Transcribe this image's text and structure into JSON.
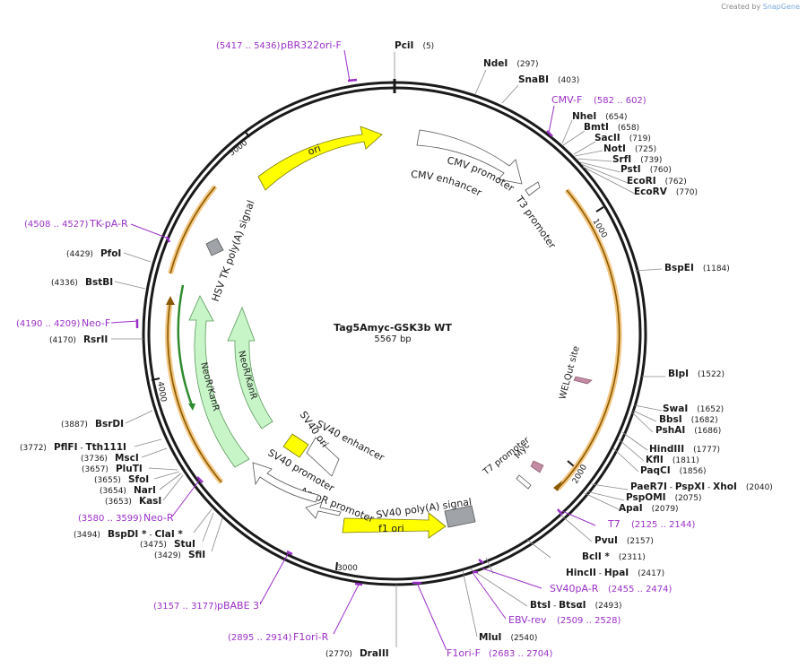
{
  "brand": {
    "prefix": "Created by",
    "name": "SnapGene"
  },
  "plasmid": {
    "name": "Tag5Amyc-GSK3b WT",
    "size": "5567 bp",
    "length": 5567
  },
  "ticks": [
    {
      "label": "1000",
      "pos": 1000
    },
    {
      "label": "2000",
      "pos": 2000
    },
    {
      "label": "3000",
      "pos": 3000
    },
    {
      "label": "4000",
      "pos": 4000
    },
    {
      "label": "5000",
      "pos": 5000
    }
  ],
  "enzymes": [
    {
      "id": "pcii",
      "name": "PciI",
      "pos": "(5)"
    },
    {
      "id": "ndei",
      "name": "NdeI",
      "pos": "(297)"
    },
    {
      "id": "snabi",
      "name": "SnaBI",
      "pos": "(403)"
    },
    {
      "id": "nhei",
      "name": "NheI",
      "pos": "(654)"
    },
    {
      "id": "bmti",
      "name": "BmtI",
      "pos": "(658)"
    },
    {
      "id": "sacii",
      "name": "SacII",
      "pos": "(719)"
    },
    {
      "id": "noti",
      "name": "NotI",
      "pos": "(725)"
    },
    {
      "id": "srfi",
      "name": "SrfI",
      "pos": "(739)"
    },
    {
      "id": "psti",
      "name": "PstI",
      "pos": "(760)"
    },
    {
      "id": "ecori",
      "name": "EcoRI",
      "pos": "(762)"
    },
    {
      "id": "ecorv",
      "name": "EcoRV",
      "pos": "(770)"
    },
    {
      "id": "bspei",
      "name": "BspEI",
      "pos": "(1184)"
    },
    {
      "id": "blpi",
      "name": "BlpI",
      "pos": "(1522)"
    },
    {
      "id": "swai",
      "name": "SwaI",
      "pos": "(1652)"
    },
    {
      "id": "bbsi",
      "name": "BbsI",
      "pos": "(1682)"
    },
    {
      "id": "pshai",
      "name": "PshAI",
      "pos": "(1686)"
    },
    {
      "id": "hindiii",
      "name": "HindIII",
      "pos": "(1777)"
    },
    {
      "id": "kfli",
      "name": "KflI",
      "pos": "(1811)"
    },
    {
      "id": "paqci",
      "name": "PaqCI",
      "pos": "(1856)"
    },
    {
      "id": "paer7i",
      "name": "PaeR7I",
      "sep1": " - ",
      "name2": "PspXI",
      "sep2": " - ",
      "name3": "XhoI",
      "pos": "(2040)"
    },
    {
      "id": "pspomi",
      "name": "PspOMI",
      "pos": "(2075)"
    },
    {
      "id": "apai",
      "name": "ApaI",
      "pos": "(2079)"
    },
    {
      "id": "pvui",
      "name": "PvuI",
      "pos": "(2157)"
    },
    {
      "id": "bcli",
      "name": "BclI *",
      "pos": "(2311)"
    },
    {
      "id": "hincii",
      "name": "HincII",
      "sep1": " - ",
      "name2": "HpaI",
      "pos": "(2417)"
    },
    {
      "id": "btsi",
      "name": "BtsI",
      "sep1": " - ",
      "name2": "BtsαI",
      "pos": "(2493)"
    },
    {
      "id": "mlui",
      "name": "MluI",
      "pos": "(2540)"
    },
    {
      "id": "draiii",
      "name": "DraIII",
      "pos": "(2770)"
    },
    {
      "id": "sfii",
      "name": "SfiI",
      "pos": "(3429)"
    },
    {
      "id": "stui",
      "name": "StuI",
      "pos": "(3475)"
    },
    {
      "id": "bspdi",
      "name": "BspDI *",
      "sep1": " - ",
      "name2": "ClaI *",
      "pos": "(3494)"
    },
    {
      "id": "kasi",
      "name": "KasI",
      "pos": "(3653)"
    },
    {
      "id": "nari",
      "name": "NarI",
      "pos": "(3654)"
    },
    {
      "id": "sfoi",
      "name": "SfoI",
      "pos": "(3655)"
    },
    {
      "id": "pluti",
      "name": "PluTI",
      "pos": "(3657)"
    },
    {
      "id": "msci",
      "name": "MscI",
      "pos": "(3736)"
    },
    {
      "id": "pfifi",
      "name": "PflFI",
      "sep1": " - ",
      "name2": "Tth111I",
      "pos": "(3772)"
    },
    {
      "id": "bsrdi",
      "name": "BsrDI",
      "pos": "(3887)"
    },
    {
      "id": "rsrii",
      "name": "RsrII",
      "pos": "(4170)"
    },
    {
      "id": "bstbi",
      "name": "BstBI",
      "pos": "(4336)"
    },
    {
      "id": "pfoi",
      "name": "PfoI",
      "pos": "(4429)"
    }
  ],
  "primers": [
    {
      "id": "pbr322ori-f",
      "name": "pBR322ori-F",
      "range": "(5417 .. 5436)"
    },
    {
      "id": "cmv-f",
      "name": "CMV-F",
      "range": "(582 .. 602)"
    },
    {
      "id": "t7",
      "name": "T7",
      "range": "(2125 .. 2144)"
    },
    {
      "id": "sv40pa-r",
      "name": "SV40pA-R",
      "range": "(2455 .. 2474)"
    },
    {
      "id": "ebv-rev",
      "name": "EBV-rev",
      "range": "(2509 .. 2528)"
    },
    {
      "id": "f1ori-f",
      "name": "F1ori-F",
      "range": "(2683 .. 2704)"
    },
    {
      "id": "f1ori-r",
      "name": "F1ori-R",
      "range": "(2895 .. 2914)"
    },
    {
      "id": "pbabe3",
      "name": "pBABE 3'",
      "range": "(3157 .. 3177)"
    },
    {
      "id": "neo-r",
      "name": "Neo-R",
      "range": "(3580 .. 3599)"
    },
    {
      "id": "neo-f",
      "name": "Neo-F",
      "range": "(4190 .. 4209)"
    },
    {
      "id": "tk-pa-r",
      "name": "TK-pA-R",
      "range": "(4508 .. 4527)"
    }
  ],
  "features": {
    "ori": "ori",
    "cmv_enhancer": "CMV enhancer",
    "cmv_promoter": "CMV promoter",
    "t3_promoter": "T3 promoter",
    "welqut_site": "WELQut site",
    "t7_promoter": "T7 promoter",
    "myc": "Myc",
    "sv40_polya": "SV40 poly(A) signal",
    "f1_ori": "f1 ori",
    "ampr_promoter": "AmpR promoter",
    "sv40_promoter": "SV40 promoter",
    "sv40_enhancer": "SV40 enhancer",
    "sv40_ori": "SV40 ori",
    "neokanr_inner": "NeoR/KanR",
    "neokanr_outer": "NeoR/KanR",
    "hsv_tk_polya": "HSV TK poly(A) signal"
  },
  "colors": {
    "backbone": "#1a1a1a",
    "primer": "#9b30c8",
    "ori": "#ffff00",
    "orf_outline": "#f0b45a",
    "orf_fill": "#8a5a00",
    "neo_fill": "#c8f5c8",
    "neo_stroke": "#5a9a5a",
    "neo_dark": "#2e8b2e",
    "promoter_fill": "#ffffff",
    "grey_box": "#a0a4a8",
    "tag": "#c38aa3",
    "leader": "#8a8a8a"
  }
}
